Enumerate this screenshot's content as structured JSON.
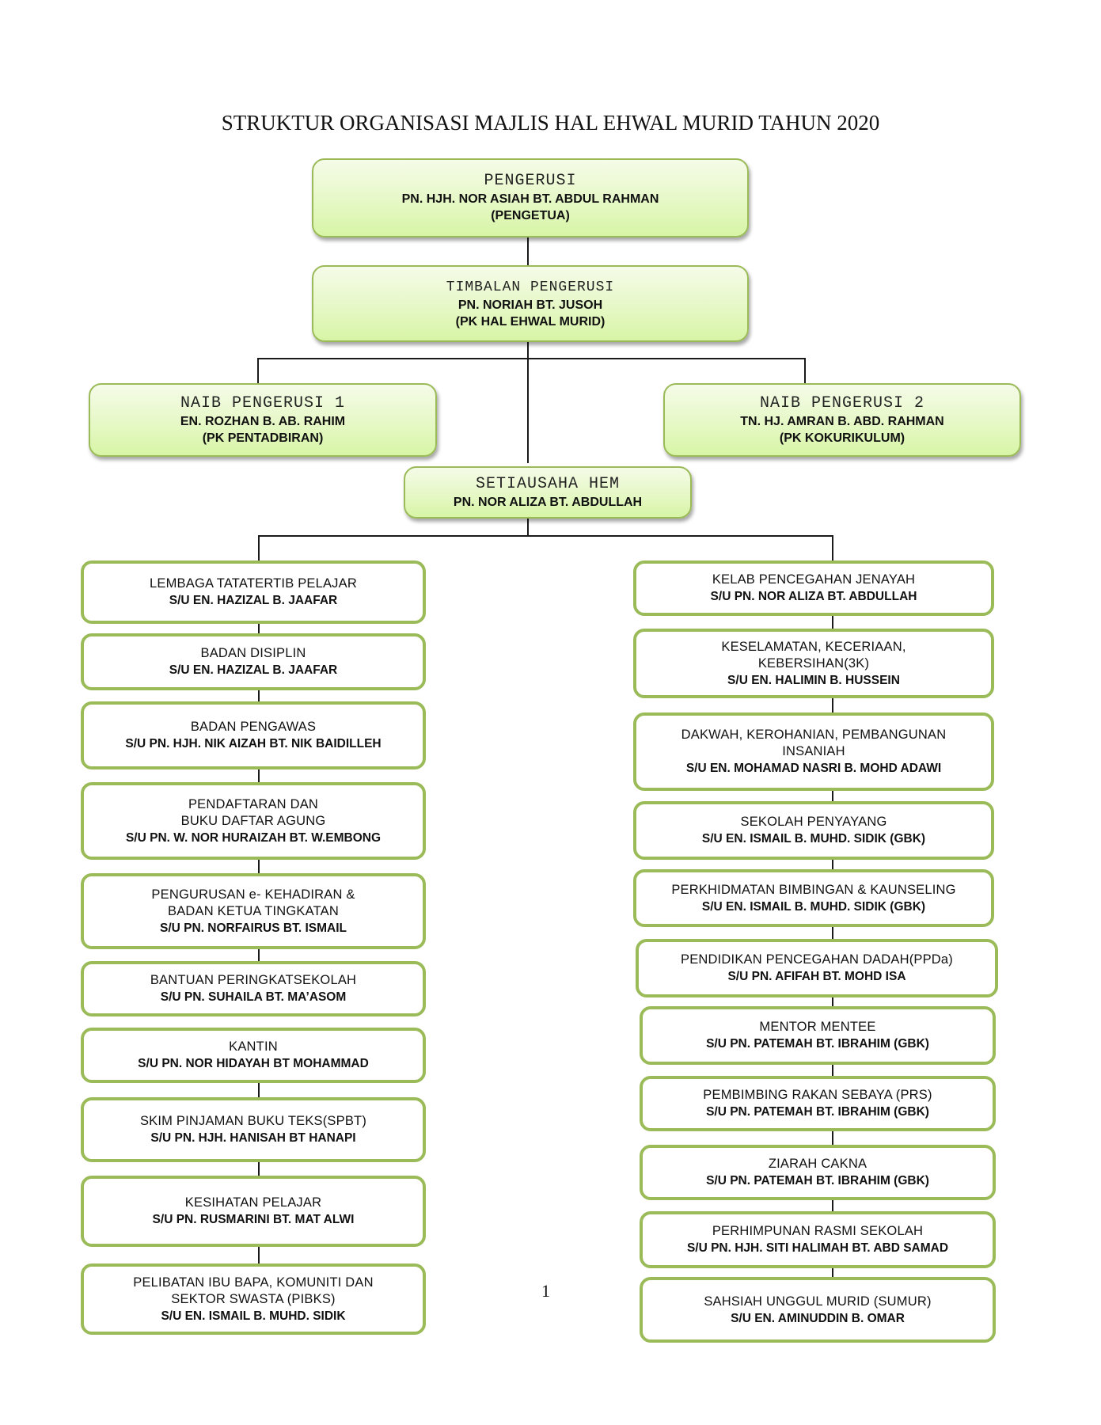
{
  "title": "STRUKTUR ORGANISASI MAJLIS HAL EHWAL MURID TAHUN 2020",
  "page_number": "1",
  "colors": {
    "box_border": "#9bbb59",
    "box_gradient_top": "#f5fbe8",
    "box_gradient_bottom": "#d7f5a6",
    "connector": "#1a1a1a"
  },
  "leadership": {
    "pengerusi": {
      "role": "PENGERUSI",
      "name": "PN. HJH. NOR ASIAH BT.  ABDUL RAHMAN",
      "position": "(PENGETUA)"
    },
    "timbalan": {
      "role": "TIMBALAN PENGERUSI",
      "name": "PN. NORIAH BT. JUSOH",
      "position": "(PK  HAL EHWAL MURID)"
    },
    "naib1": {
      "role": "NAIB PENGERUSI 1",
      "name": "EN. ROZHAN B.  AB. RAHIM",
      "position": "(PK PENTADBIRAN)"
    },
    "naib2": {
      "role": "NAIB PENGERUSI 2",
      "name": "TN. HJ. AMRAN B. ABD. RAHMAN",
      "position": "(PK KOKURIKULUM)"
    },
    "setiausaha": {
      "role": "SETIAUSAHA HEM",
      "name": "PN. NOR ALIZA BT. ABDULLAH"
    }
  },
  "left_units": [
    {
      "title": [
        "LEMBAGA TATATERTIB PELAJAR"
      ],
      "secretary": "S/U EN. HAZIZAL B. JAAFAR"
    },
    {
      "title": [
        "BADAN DISIPLIN"
      ],
      "secretary": "S/U EN. HAZIZAL B. JAAFAR"
    },
    {
      "title": [
        "BADAN PENGAWAS"
      ],
      "secretary": "S/U  PN. HJH. NIK AIZAH BT. NIK BAIDILLEH"
    },
    {
      "title": [
        "PENDAFTARAN DAN",
        "BUKU DAFTAR AGUNG"
      ],
      "secretary": "S/U  PN. W. NOR HURAIZAH BT. W.EMBONG"
    },
    {
      "title": [
        "PENGURUSAN e- KEHADIRAN &",
        "BADAN KETUA TINGKATAN"
      ],
      "secretary": "S/U  PN. NORFAIRUS BT. ISMAIL"
    },
    {
      "title": [
        "BANTUAN PERINGKATSEKOLAH"
      ],
      "secretary": "S/U PN. SUHAILA BT. MA’ASOM"
    },
    {
      "title": [
        "KANTIN"
      ],
      "secretary": "S/U PN. NOR HIDAYAH BT MOHAMMAD"
    },
    {
      "title": [
        "SKIM PINJAMAN BUKU TEKS(SPBT)"
      ],
      "secretary": "S/U PN. HJH. HANISAH BT HANAPI"
    },
    {
      "title": [
        "KESIHATAN PELAJAR"
      ],
      "secretary": "S/U PN. RUSMARINI BT. MAT ALWI"
    },
    {
      "title": [
        "PELIBATAN IBU BAPA, KOMUNITI DAN",
        "SEKTOR SWASTA (PIBKS)"
      ],
      "secretary": "S/U EN. ISMAIL B. MUHD. SIDIK"
    }
  ],
  "right_units": [
    {
      "title": [
        "KELAB PENCEGAHAN JENAYAH"
      ],
      "secretary": "S/U PN. NOR ALIZA BT. ABDULLAH"
    },
    {
      "title": [
        "KESELAMATAN, KECERIAAN,",
        "KEBERSIHAN(3K)"
      ],
      "secretary": "S/U EN. HALIMIN B. HUSSEIN"
    },
    {
      "title": [
        "DAKWAH, KEROHANIAN, PEMBANGUNAN",
        "INSANIAH"
      ],
      "secretary": "S/U EN. MOHAMAD NASRI B. MOHD ADAWI"
    },
    {
      "title": [
        "SEKOLAH PENYAYANG"
      ],
      "secretary": "S/U EN. ISMAIL B. MUHD. SIDIK (GBK)"
    },
    {
      "title": [
        "PERKHIDMATAN BIMBINGAN & KAUNSELING"
      ],
      "secretary": "S/U EN. ISMAIL B. MUHD. SIDIK (GBK)"
    },
    {
      "title": [
        "PENDIDIKAN PENCEGAHAN DADAH(PPDa)"
      ],
      "secretary": "S/U PN. AFIFAH BT. MOHD ISA"
    },
    {
      "title": [
        "MENTOR MENTEE"
      ],
      "secretary": "S/U PN. PATEMAH BT. IBRAHIM (GBK)"
    },
    {
      "title": [
        "PEMBIMBING RAKAN SEBAYA (PRS)"
      ],
      "secretary": "S/U PN. PATEMAH BT. IBRAHIM (GBK)"
    },
    {
      "title": [
        "ZIARAH CAKNA"
      ],
      "secretary": "S/U PN. PATEMAH BT. IBRAHIM (GBK)"
    },
    {
      "title": [
        "PERHIMPUNAN RASMI SEKOLAH"
      ],
      "secretary": "S/U PN. HJH. SITI HALIMAH BT. ABD SAMAD"
    },
    {
      "title": [
        "SAHSIAH UNGGUL MURID (SUMUR)"
      ],
      "secretary": "S/U EN. AMINUDDIN B. OMAR"
    }
  ]
}
